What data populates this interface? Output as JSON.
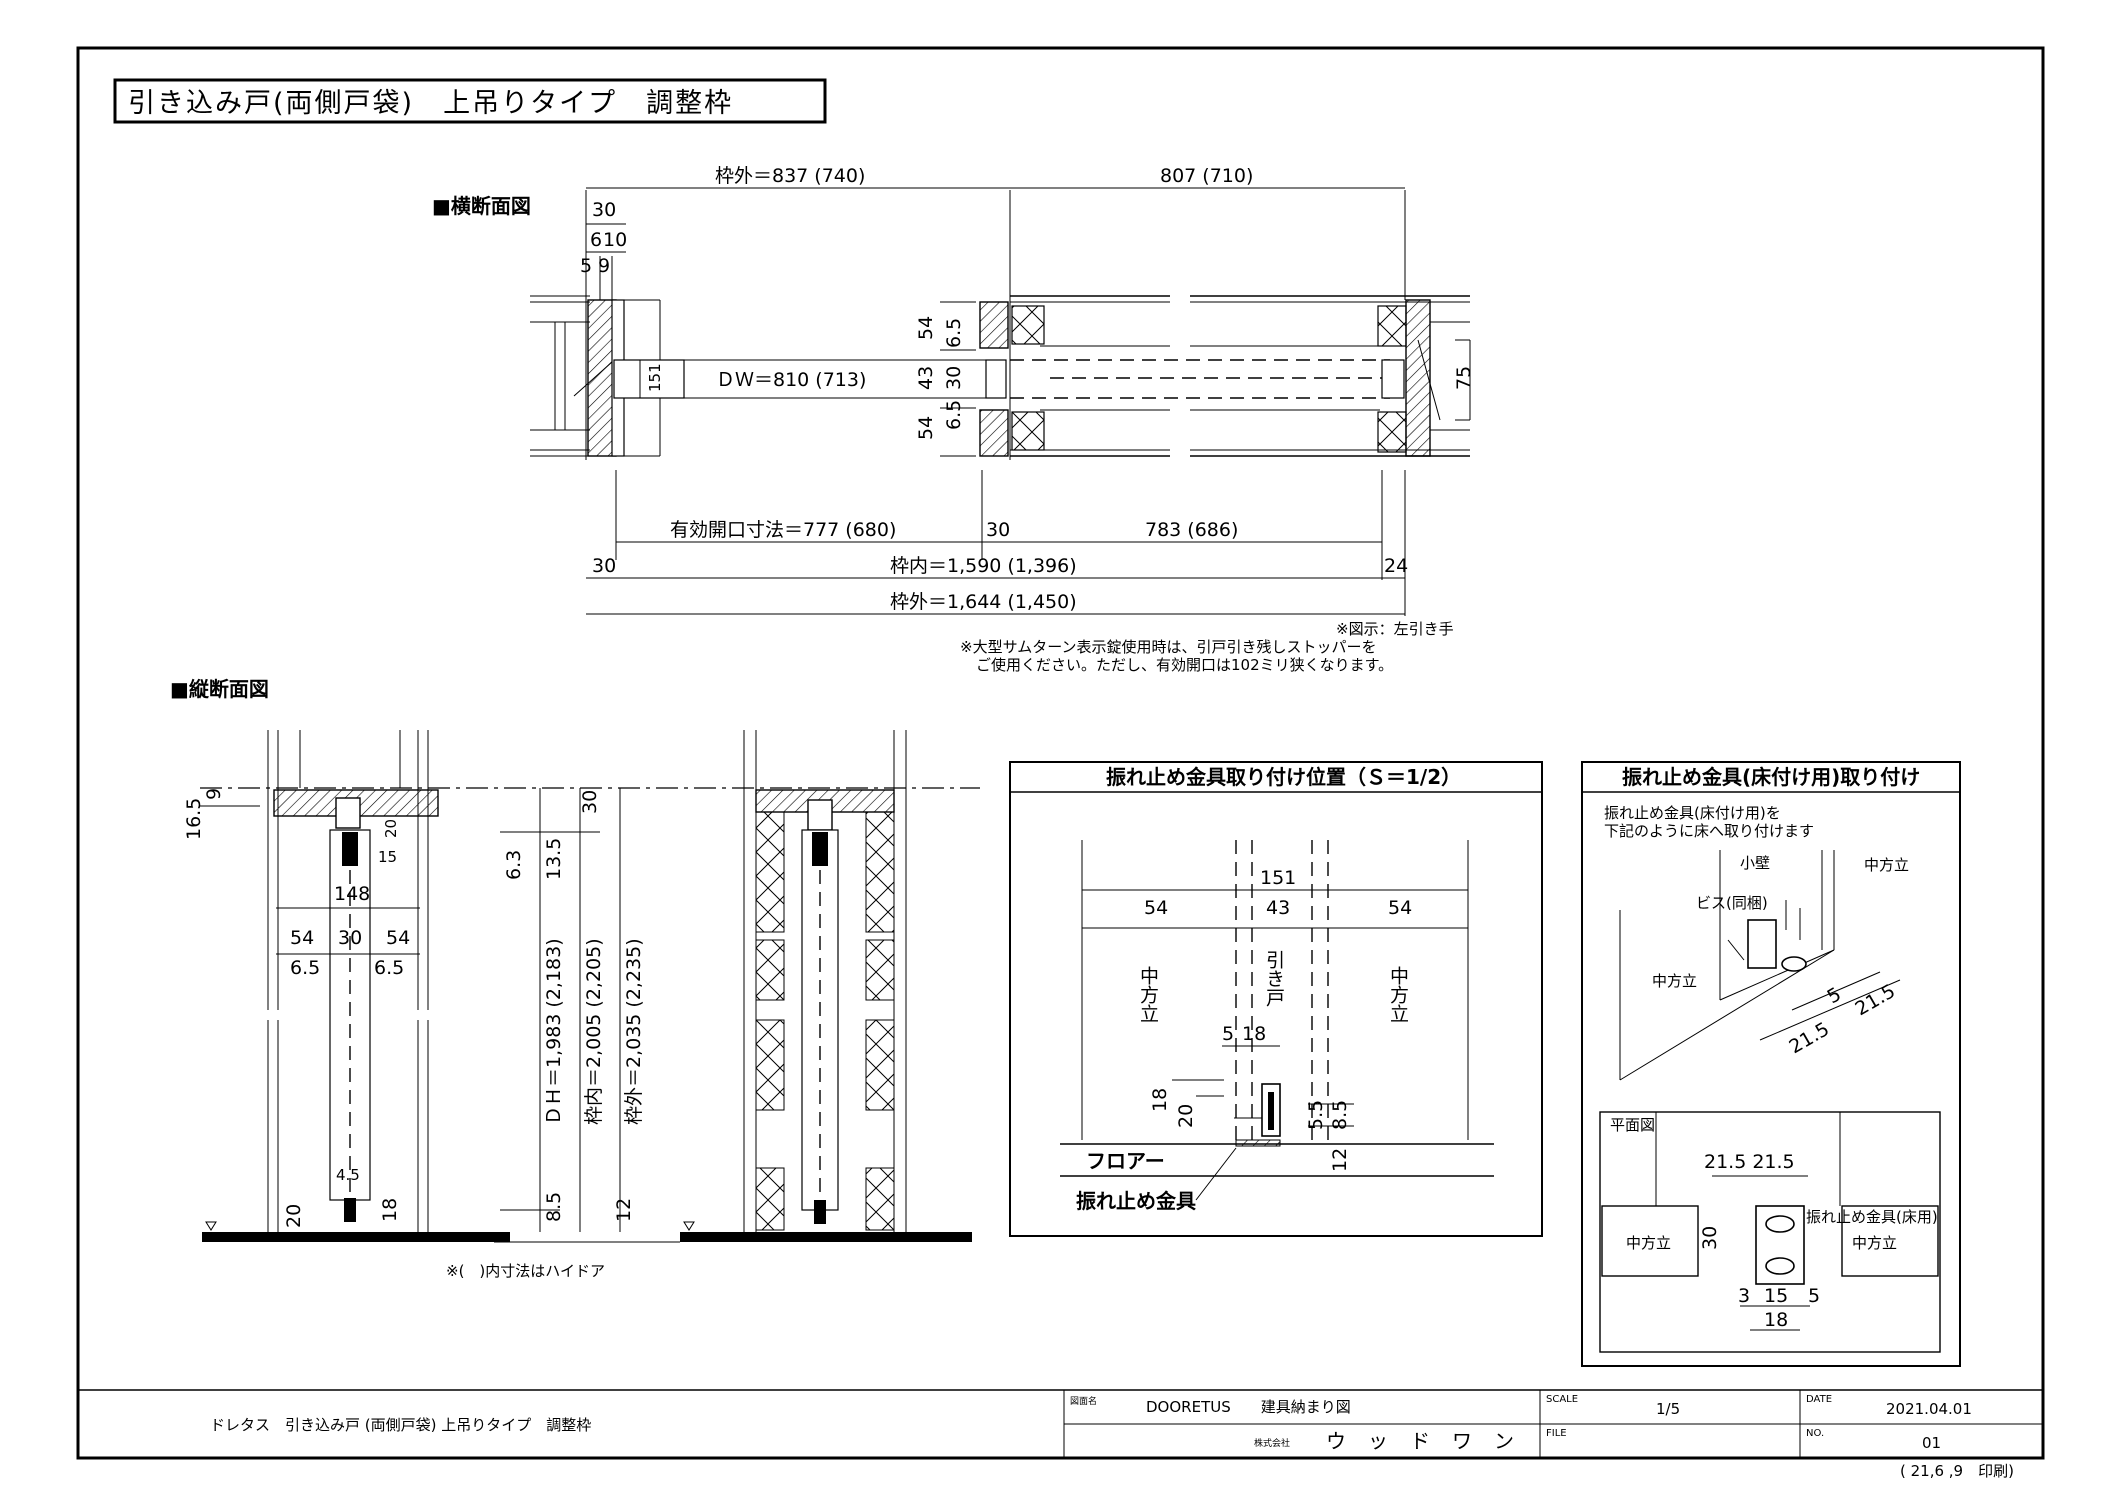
{
  "title": "引き込み戸(両側戸袋)　上吊りタイプ　調整枠",
  "plan_section": {
    "heading": "■横断面図",
    "top_dim_left": "枠外＝837 (740)",
    "top_dim_right": "807 (710)",
    "small_dims": [
      "30",
      "6",
      "10",
      "5",
      "9"
    ],
    "dw": "ＤＷ＝810 (713)",
    "wall_151": "151",
    "right_stack_top": [
      "54",
      "6.5"
    ],
    "right_stack_mid": [
      "43",
      "30"
    ],
    "right_stack_bot": [
      "54",
      "6.5"
    ],
    "right_75": "75",
    "bottom_effective": "有効開口寸法＝777 (680)",
    "bottom_30": "30",
    "bottom_783": "783 (686)",
    "bottom_30_left": "30",
    "inner": "枠内＝1,590 (1,396)",
    "bottom_24": "24",
    "outer": "枠外＝1,644 (1,450)",
    "note_hand": "※図示：左引き手",
    "note_line1": "※大型サムターン表示錠使用時は、引戸引き残しストッパーを",
    "note_line2": "ご使用ください。ただし、有効開口は102ミリ狭くなります。"
  },
  "vertical_section": {
    "heading": "■縦断面図",
    "top_dims": [
      "16.5",
      "9"
    ],
    "dim_20": "20",
    "dim_15": "15",
    "dim_148": "148",
    "row1": [
      "54",
      "30",
      "54"
    ],
    "row2": [
      "6.5",
      "6.5"
    ],
    "bottom_dims": [
      "4.5",
      "20",
      "18"
    ],
    "dh": "ＤＨ＝1,983 (2,183)",
    "inner_h": "枠内＝2,005 (2,205)",
    "outer_h": "枠外＝2,035 (2,235)",
    "dim_63": "6.3",
    "dim_135": "13.5",
    "dim_30": "30",
    "dim_85": "8.5",
    "dim_12": "12",
    "note": "※(　)内寸法はハイドア"
  },
  "detail_panel": {
    "title": "振れ止め金具取り付け位置（Ｓ＝1/2）",
    "dim_151": "151",
    "row": [
      "54",
      "43",
      "54"
    ],
    "left_label": "中方立",
    "center_label": "引き戸",
    "right_label": "中方立",
    "dim_5": "5",
    "dim_18a": "18",
    "dim_18b": "18",
    "dim_20": "20",
    "dim_55": "5.5",
    "dim_85": "8.5",
    "dim_12": "12",
    "floor": "フロアー",
    "bracket": "振れ止め金具"
  },
  "install_panel": {
    "title": "振れ止め金具(床付け用)取り付け",
    "intro1": "振れ止め金具(床付け用)を",
    "intro2": "下記のように床へ取り付けます",
    "label_kokabe": "小壁",
    "label_right_post": "中方立",
    "label_screw": "ビス(同梱)",
    "label_left_post": "中方立",
    "dim_5": "5",
    "dim_215a": "21.5",
    "dim_215b": "21.5",
    "plan_label": "平面図",
    "plan_dims_top": "21.5 21.5",
    "plan_left": "中方立",
    "plan_right": "中方立",
    "plan_30": "30",
    "plan_bracket": "振れ止め金具(床用)",
    "plan_bottom": [
      "3",
      "15",
      "5"
    ],
    "plan_18": "18"
  },
  "title_block": {
    "description": "ドレタス　引き込み戸 (両側戸袋) 上吊りタイプ　調整枠",
    "drawing_name_label": "図面名",
    "drawing_name": "DOORETUS　　建具納まり図",
    "company_prefix": "株式会社",
    "company": "ウッドワン",
    "scale_label": "SCALE",
    "scale": "1/5",
    "date_label": "DATE",
    "date": "2021.04.01",
    "file_label": "FILE",
    "no_label": "NO.",
    "no": "01",
    "print": "( 21,6 ,9　印刷)"
  }
}
